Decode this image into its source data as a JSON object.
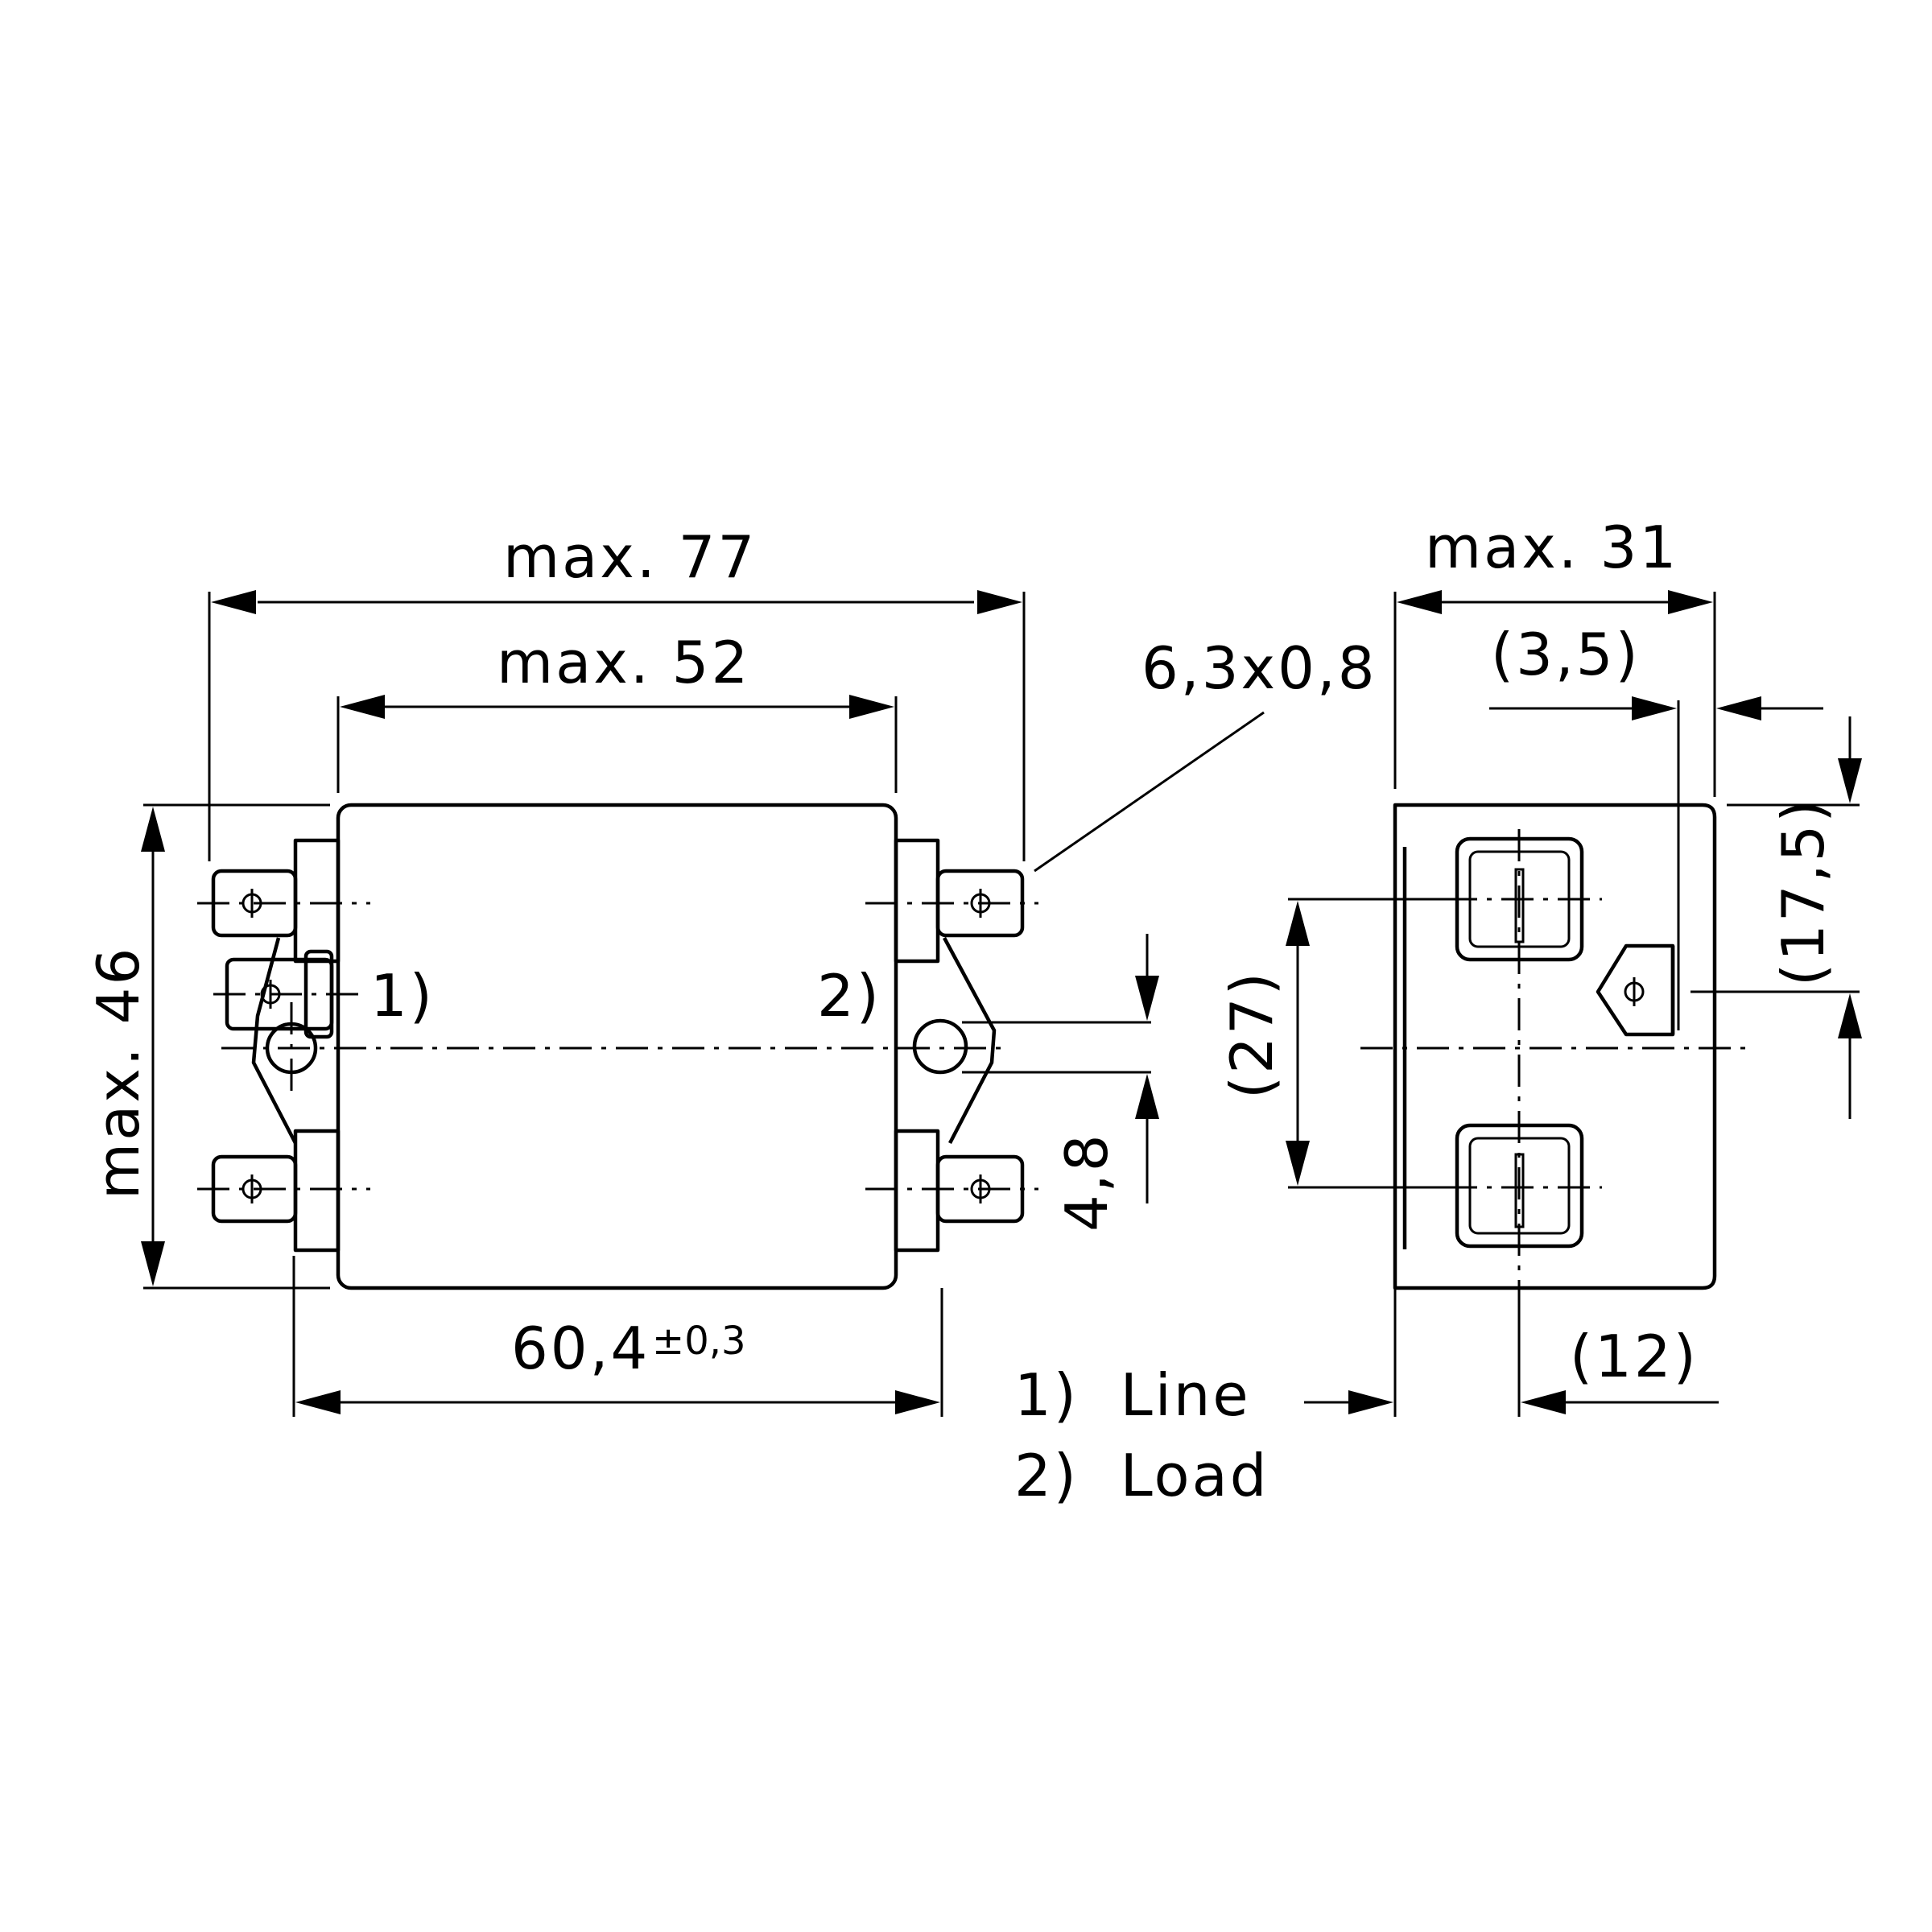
{
  "front_view": {
    "dim_overall_width": "max. 77",
    "dim_body_width": "max. 52",
    "dim_height": "max. 46",
    "dim_mounting_pitch": "60,4",
    "dim_mounting_tolerance": "±0,3",
    "dim_slot_width": "4,8",
    "tab_size": "6,3x0,8",
    "marker_line": "1)",
    "marker_load": "2)"
  },
  "side_view": {
    "dim_depth": "max. 31",
    "dim_tab_offset": "(3,5)",
    "dim_terminal_pitch": "(27)",
    "dim_ground_height": "(17,5)",
    "dim_bottom_offset": "(12)"
  },
  "legend": {
    "line": "1)  Line",
    "load": "2)  Load"
  }
}
